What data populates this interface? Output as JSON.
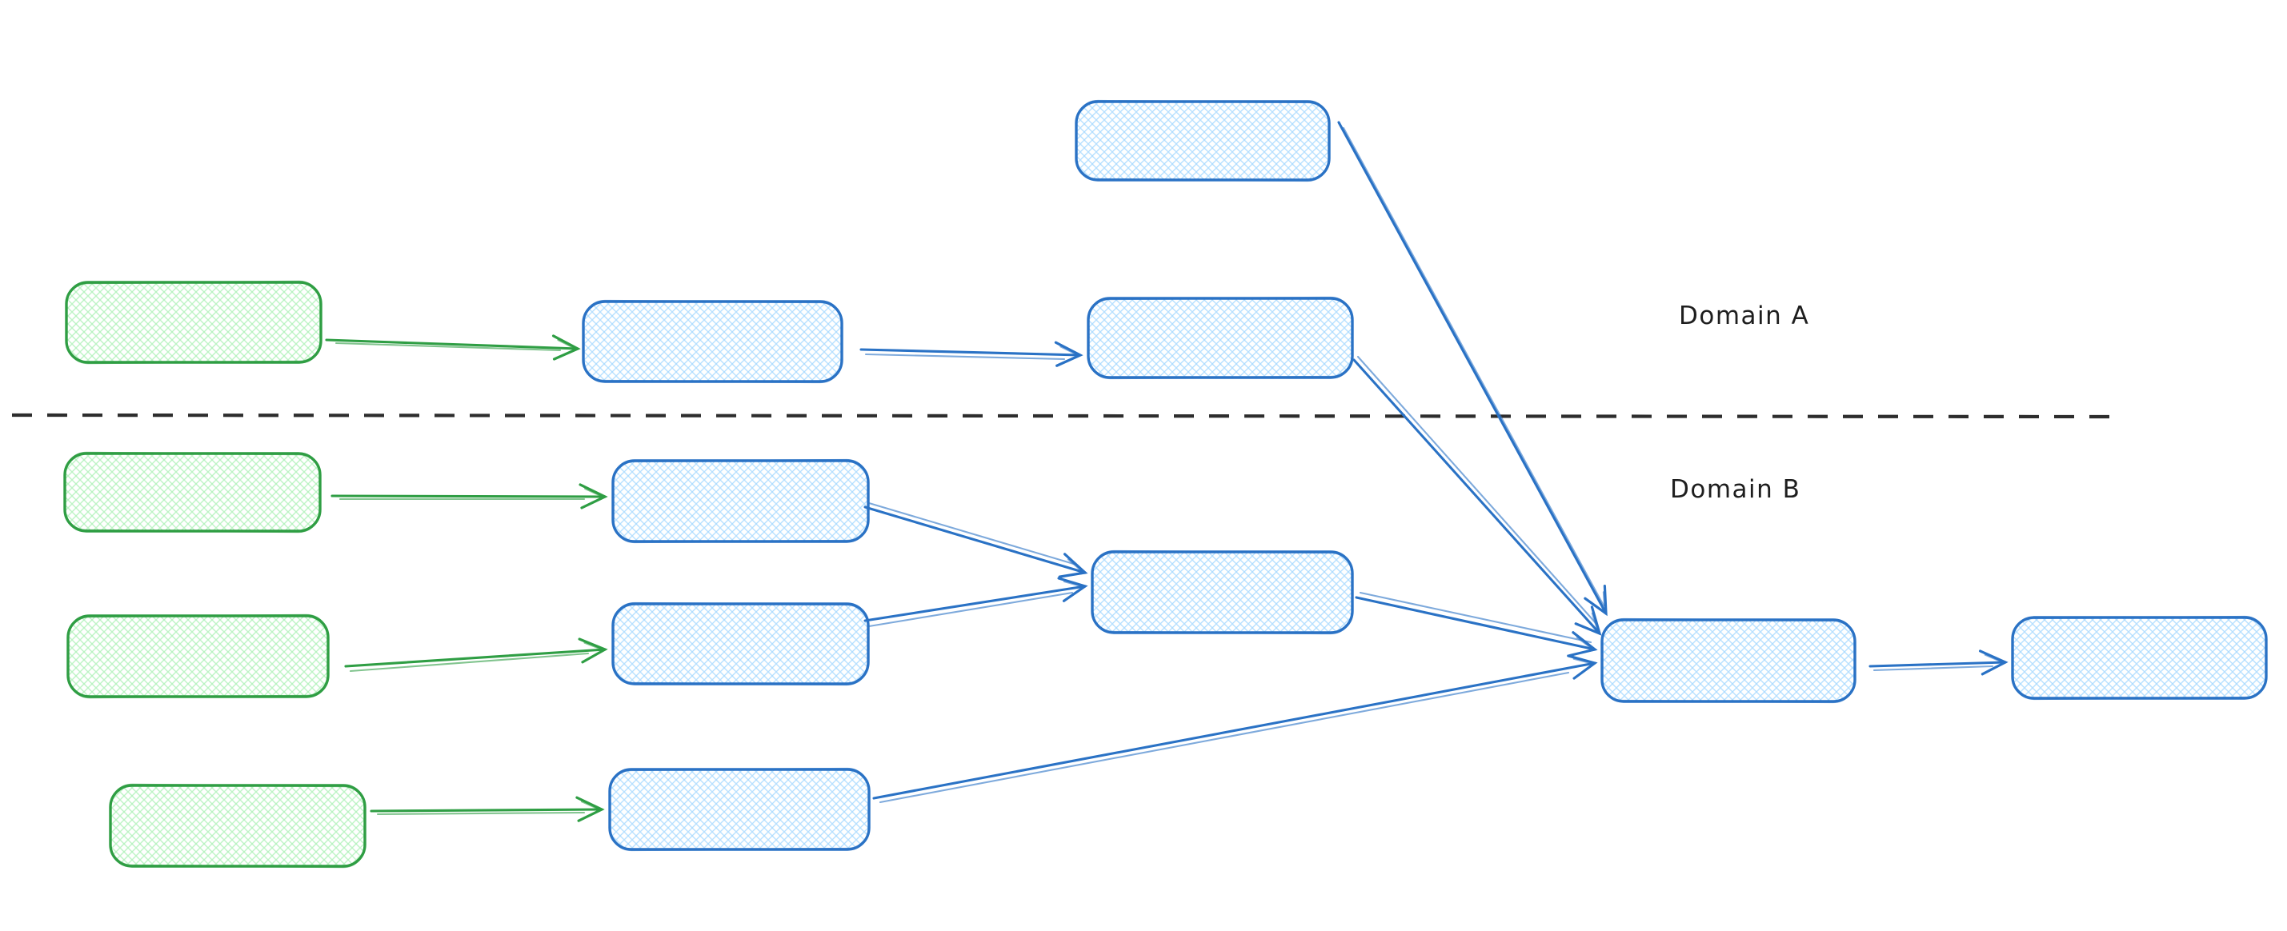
{
  "diagram": {
    "type": "flow-diagram",
    "style": "hand-drawn-sketch",
    "labels": {
      "domain_a": "Domain A",
      "domain_b": "Domain B"
    },
    "colors": {
      "background": "#ffffff",
      "green_stroke": "#2f9e44",
      "green_fill": "#b2f2bb",
      "blue_stroke": "#2a72c5",
      "blue_fill": "#a5d8ff",
      "divider": "#2d2d2d",
      "label_text": "#1e1e1e"
    },
    "nodes": [
      {
        "id": "top-blue",
        "color": "blue",
        "domain": "A",
        "text": ""
      },
      {
        "id": "green-1",
        "color": "green",
        "domain": "A",
        "text": ""
      },
      {
        "id": "blue-a1",
        "color": "blue",
        "domain": "A",
        "text": ""
      },
      {
        "id": "blue-a2",
        "color": "blue",
        "domain": "A",
        "text": ""
      },
      {
        "id": "green-2",
        "color": "green",
        "domain": "B",
        "text": ""
      },
      {
        "id": "blue-b1",
        "color": "blue",
        "domain": "B",
        "text": ""
      },
      {
        "id": "green-3",
        "color": "green",
        "domain": "B",
        "text": ""
      },
      {
        "id": "blue-b2",
        "color": "blue",
        "domain": "B",
        "text": ""
      },
      {
        "id": "blue-merge",
        "color": "blue",
        "domain": "B",
        "text": ""
      },
      {
        "id": "green-4",
        "color": "green",
        "domain": "B",
        "text": ""
      },
      {
        "id": "blue-b3",
        "color": "blue",
        "domain": "B",
        "text": ""
      },
      {
        "id": "blue-aggregate",
        "color": "blue",
        "domain": "B",
        "text": ""
      },
      {
        "id": "blue-final",
        "color": "blue",
        "domain": "B",
        "text": ""
      }
    ],
    "edges": [
      {
        "from": "green-1",
        "to": "blue-a1",
        "color": "green"
      },
      {
        "from": "blue-a1",
        "to": "blue-a2",
        "color": "blue"
      },
      {
        "from": "top-blue",
        "to": "blue-aggregate",
        "color": "blue"
      },
      {
        "from": "blue-a2",
        "to": "blue-aggregate",
        "color": "blue"
      },
      {
        "from": "green-2",
        "to": "blue-b1",
        "color": "green"
      },
      {
        "from": "green-3",
        "to": "blue-b2",
        "color": "green"
      },
      {
        "from": "blue-b1",
        "to": "blue-merge",
        "color": "blue"
      },
      {
        "from": "blue-b2",
        "to": "blue-merge",
        "color": "blue"
      },
      {
        "from": "blue-merge",
        "to": "blue-aggregate",
        "color": "blue"
      },
      {
        "from": "green-4",
        "to": "blue-b3",
        "color": "green"
      },
      {
        "from": "blue-b3",
        "to": "blue-aggregate",
        "color": "blue"
      },
      {
        "from": "blue-aggregate",
        "to": "blue-final",
        "color": "blue"
      }
    ]
  }
}
